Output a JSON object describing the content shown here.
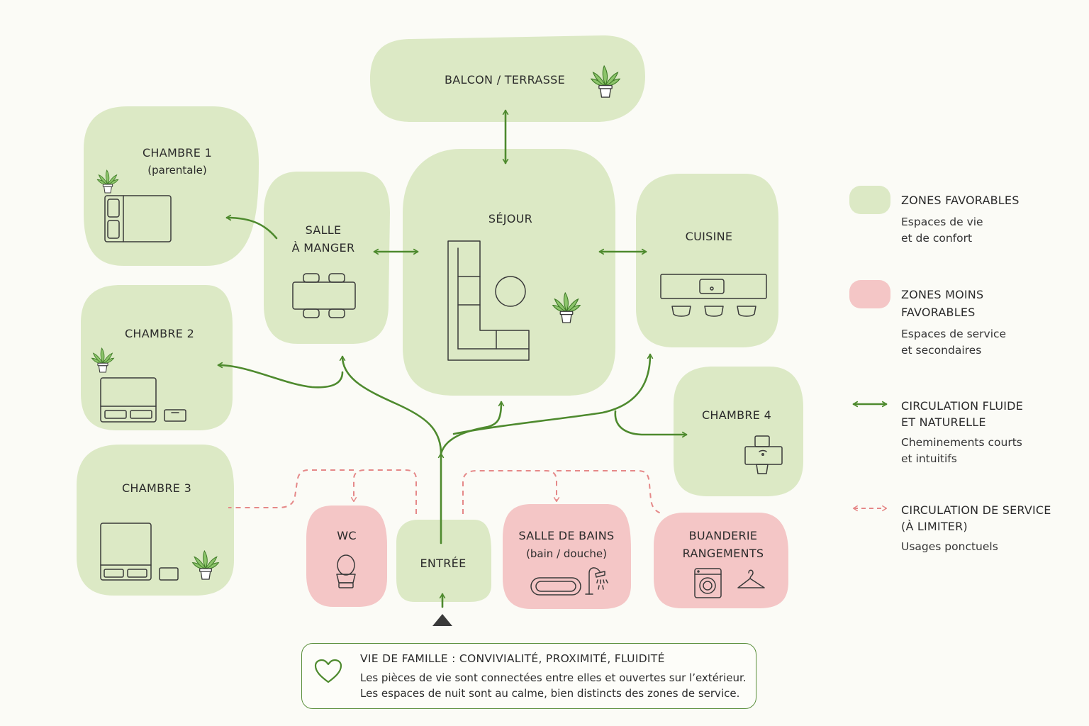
{
  "colors": {
    "favorable": "#dce9c5",
    "less_favorable": "#f4c6c6",
    "flow_arrow": "#4e8a2e",
    "service_arrow": "#e58888",
    "box_border": "#5b8f3c"
  },
  "rooms": {
    "balcon": {
      "name": "BALCON / TERRASSE"
    },
    "chambre1": {
      "name": "CHAMBRE 1",
      "sub": "(parentale)"
    },
    "salle_manger": {
      "line1": "SALLE",
      "line2": "À MANGER"
    },
    "sejour": {
      "name": "SÉJOUR"
    },
    "cuisine": {
      "name": "CUISINE"
    },
    "chambre2": {
      "name": "CHAMBRE 2"
    },
    "chambre3": {
      "name": "CHAMBRE 3"
    },
    "chambre4": {
      "name": "CHAMBRE 4"
    },
    "wc": {
      "name": "WC"
    },
    "entree": {
      "name": "ENTRÉE"
    },
    "salle_bains": {
      "name": "SALLE DE BAINS",
      "sub": "(bain / douche)"
    },
    "buanderie": {
      "line1": "BUANDERIE",
      "line2": "RANGEMENTS"
    }
  },
  "legend": {
    "favorable": {
      "title": "ZONES FAVORABLES",
      "desc1": "Espaces de vie",
      "desc2": "et de confort"
    },
    "less_favorable": {
      "title1": "ZONES MOINS",
      "title2": "FAVORABLES",
      "desc1": "Espaces de service",
      "desc2": "et secondaires"
    },
    "flow": {
      "title1": "CIRCULATION FLUIDE",
      "title2": "ET NATURELLE",
      "desc1": "Cheminements courts",
      "desc2": "et intuitifs"
    },
    "service": {
      "title1": "CIRCULATION DE SERVICE",
      "title2": "(À LIMITER)",
      "desc1": "Usages ponctuels"
    }
  },
  "info_box": {
    "icon": "heart-icon",
    "title": "VIE DE FAMILLE : CONVIVIALITÉ, PROXIMITÉ, FLUIDITÉ",
    "line1": "Les pièces de vie sont connectées entre elles et ouvertes sur l’extérieur.",
    "line2": "Les espaces de nuit sont au calme, bien distincts des zones de service."
  },
  "icons": {
    "bed": "bed-icon",
    "plant": "plant-icon",
    "table": "dining-table-icon",
    "sofa": "sofa-icon",
    "kitchen": "kitchen-counter-icon",
    "desk": "desk-icon",
    "toilet": "toilet-icon",
    "bathtub": "bathtub-icon",
    "shower": "shower-icon",
    "washer": "washing-machine-icon",
    "hanger": "hanger-icon",
    "entrance": "entrance-triangle-icon"
  }
}
